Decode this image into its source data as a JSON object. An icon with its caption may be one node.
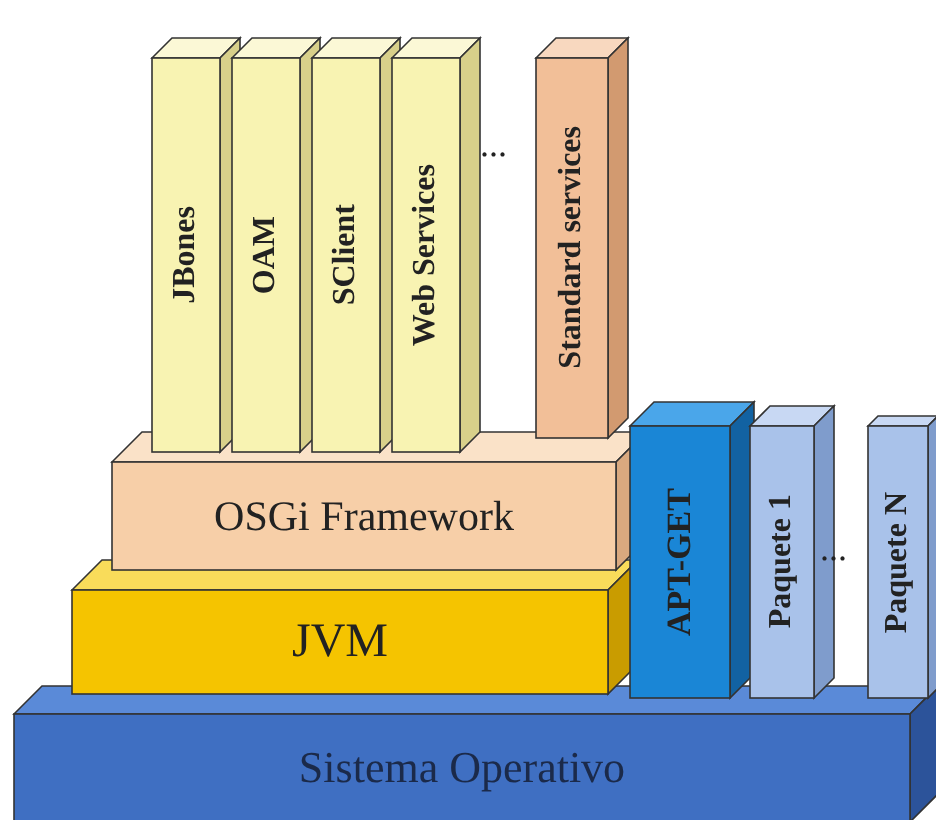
{
  "diagram": {
    "nodes": [
      {
        "text": [
          "Sistema Operativo"
        ]
      },
      {
        "text": [
          "JVM"
        ]
      },
      {
        "text": [
          "OSGi Framework"
        ]
      },
      {
        "text": [
          "JBones"
        ]
      },
      {
        "text": [
          "OAM"
        ]
      },
      {
        "text": [
          "SClient"
        ]
      },
      {
        "text": [
          "Web Services"
        ]
      },
      {
        "text": [
          "Standard services"
        ]
      },
      {
        "text": [
          "APT-GET"
        ]
      },
      {
        "text": [
          "Paquete 1"
        ]
      },
      {
        "text": [
          "Paquete N"
        ]
      }
    ],
    "labels": [
      "...",
      "..."
    ]
  }
}
